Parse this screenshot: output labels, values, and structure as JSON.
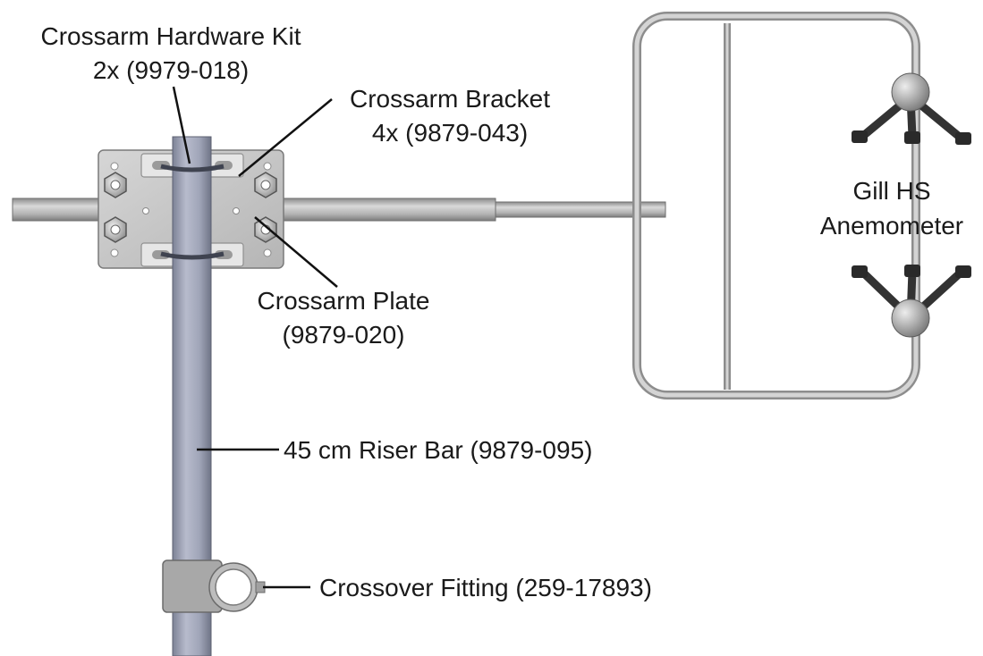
{
  "labels": {
    "hardware_kit": {
      "line1": "Crossarm Hardware Kit",
      "line2": "2x (9979-018)"
    },
    "bracket": {
      "line1": "Crossarm Bracket",
      "line2": "4x (9879-043)"
    },
    "plate": {
      "line1": "Crossarm Plate",
      "line2": "(9879-020)"
    },
    "riser": {
      "line1": "45 cm Riser Bar (9879-095)"
    },
    "crossover": {
      "line1": "Crossover Fitting (259-17893)"
    },
    "anemometer": {
      "line1": "Gill HS",
      "line2": "Anemometer"
    }
  },
  "colors": {
    "pipe": "#9ea3b8",
    "plate": "#c4c4c4",
    "metal_dark": "#3c3c3c",
    "text": "#1a1a1a"
  }
}
